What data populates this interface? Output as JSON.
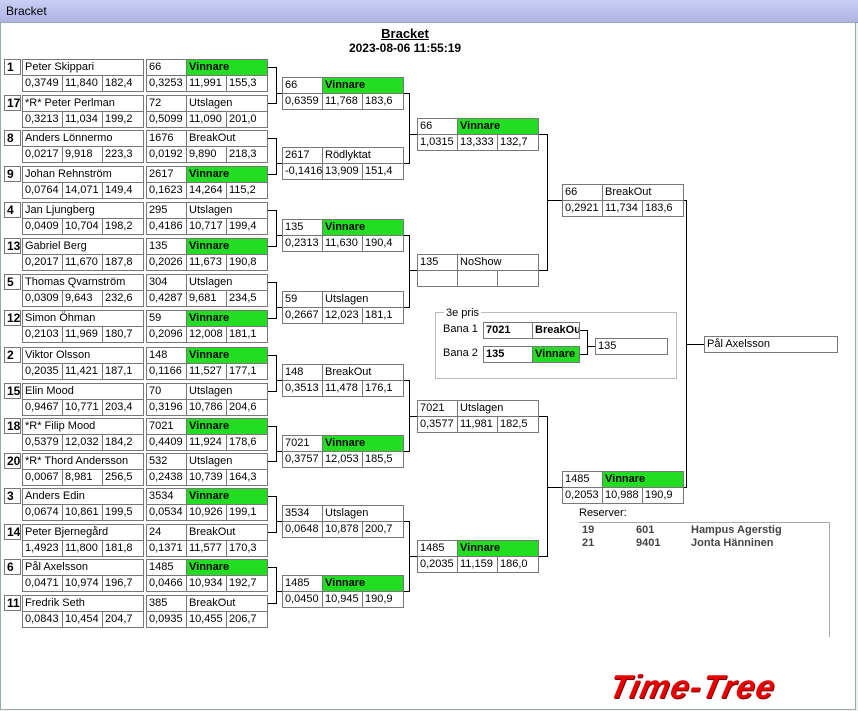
{
  "window": {
    "title": "Bracket"
  },
  "header": {
    "title": "Bracket",
    "datetime": "2023-08-06 11:55:19"
  },
  "round1": [
    {
      "seed": "1",
      "name": "Peter Skippari",
      "rt": "0,3749",
      "et": "11,840",
      "sp": "182,4",
      "car": "66",
      "res": "Vinnare",
      "rt2": "0,3253",
      "et2": "11,991",
      "sp2": "155,3",
      "win": true
    },
    {
      "seed": "17",
      "name": "*R* Peter Perlman",
      "rt": "0,3213",
      "et": "11,034",
      "sp": "199,2",
      "car": "72",
      "res": "Utslagen",
      "rt2": "0,5099",
      "et2": "11,090",
      "sp2": "201,0",
      "win": false
    },
    {
      "seed": "8",
      "name": "Anders Lönnermo",
      "rt": "0,0217",
      "et": "9,918",
      "sp": "223,3",
      "car": "1676",
      "res": "BreakOut",
      "rt2": "0,0192",
      "et2": "9,890",
      "sp2": "218,3",
      "win": false
    },
    {
      "seed": "9",
      "name": "Johan Rehnström",
      "rt": "0,0764",
      "et": "14,071",
      "sp": "149,4",
      "car": "2617",
      "res": "Vinnare",
      "rt2": "0,1623",
      "et2": "14,264",
      "sp2": "115,2",
      "win": true
    },
    {
      "seed": "4",
      "name": "Jan Ljungberg",
      "rt": "0,0409",
      "et": "10,704",
      "sp": "198,2",
      "car": "295",
      "res": "Utslagen",
      "rt2": "0,4186",
      "et2": "10,717",
      "sp2": "199,4",
      "win": false
    },
    {
      "seed": "13",
      "name": "Gabriel  Berg",
      "rt": "0,2017",
      "et": "11,670",
      "sp": "187,8",
      "car": "135",
      "res": "Vinnare",
      "rt2": "0,2026",
      "et2": "11,673",
      "sp2": "190,8",
      "win": true
    },
    {
      "seed": "5",
      "name": "Thomas Qvarnström",
      "rt": "0,0309",
      "et": "9,643",
      "sp": "232,6",
      "car": "304",
      "res": "Utslagen",
      "rt2": "0,4287",
      "et2": "9,681",
      "sp2": "234,5",
      "win": false
    },
    {
      "seed": "12",
      "name": "Simon Öhman",
      "rt": "0,2103",
      "et": "11,969",
      "sp": "180,7",
      "car": "59",
      "res": "Vinnare",
      "rt2": "0,2096",
      "et2": "12,008",
      "sp2": "181,1",
      "win": true
    },
    {
      "seed": "2",
      "name": "Viktor Olsson",
      "rt": "0,2035",
      "et": "11,421",
      "sp": "187,1",
      "car": "148",
      "res": "Vinnare",
      "rt2": "0,1166",
      "et2": "11,527",
      "sp2": "177,1",
      "win": true
    },
    {
      "seed": "15",
      "name": "Elin Mood",
      "rt": "0,9467",
      "et": "10,771",
      "sp": "203,4",
      "car": "70",
      "res": "Utslagen",
      "rt2": "0,3196",
      "et2": "10,786",
      "sp2": "204,6",
      "win": false
    },
    {
      "seed": "18",
      "name": "*R* Filip Mood",
      "rt": "0,5379",
      "et": "12,032",
      "sp": "184,2",
      "car": "7021",
      "res": "Vinnare",
      "rt2": "0,4409",
      "et2": "11,924",
      "sp2": "178,6",
      "win": true
    },
    {
      "seed": "20",
      "name": "*R* Thord Andersson",
      "rt": "0,0067",
      "et": "8,981",
      "sp": "256,5",
      "car": "532",
      "res": "Utslagen",
      "rt2": "0,2438",
      "et2": "10,739",
      "sp2": "164,3",
      "win": false
    },
    {
      "seed": "3",
      "name": "Anders Edin",
      "rt": "0,0674",
      "et": "10,861",
      "sp": "199,5",
      "car": "3534",
      "res": "Vinnare",
      "rt2": "0,0534",
      "et2": "10,926",
      "sp2": "199,1",
      "win": true
    },
    {
      "seed": "14",
      "name": "Peter Bjernegård",
      "rt": "1,4923",
      "et": "11,800",
      "sp": "181,8",
      "car": "24",
      "res": "BreakOut",
      "rt2": "0,1371",
      "et2": "11,577",
      "sp2": "170,3",
      "win": false
    },
    {
      "seed": "6",
      "name": "Pål Axelsson",
      "rt": "0,0471",
      "et": "10,974",
      "sp": "196,7",
      "car": "1485",
      "res": "Vinnare",
      "rt2": "0,0466",
      "et2": "10,934",
      "sp2": "192,7",
      "win": true
    },
    {
      "seed": "11",
      "name": "Fredrik Seth",
      "rt": "0,0843",
      "et": "10,454",
      "sp": "204,7",
      "car": "385",
      "res": "BreakOut",
      "rt2": "0,0935",
      "et2": "10,455",
      "sp2": "206,7",
      "win": false
    }
  ],
  "round2": [
    {
      "car": "66",
      "res": "Vinnare",
      "rt": "0,6359",
      "et": "11,768",
      "sp": "183,6",
      "win": true
    },
    {
      "car": "2617",
      "res": "Rödlyktat",
      "rt": "-0,1416",
      "et": "13,909",
      "sp": "151,4",
      "win": false
    },
    {
      "car": "135",
      "res": "Vinnare",
      "rt": "0,2313",
      "et": "11,630",
      "sp": "190,4",
      "win": true
    },
    {
      "car": "59",
      "res": "Utslagen",
      "rt": "0,2667",
      "et": "12,023",
      "sp": "181,1",
      "win": false
    },
    {
      "car": "148",
      "res": "BreakOut",
      "rt": "0,3513",
      "et": "11,478",
      "sp": "176,1",
      "win": false
    },
    {
      "car": "7021",
      "res": "Vinnare",
      "rt": "0,3757",
      "et": "12,053",
      "sp": "185,5",
      "win": true
    },
    {
      "car": "3534",
      "res": "Utslagen",
      "rt": "0,0648",
      "et": "10,878",
      "sp": "200,7",
      "win": false
    },
    {
      "car": "1485",
      "res": "Vinnare",
      "rt": "0,0450",
      "et": "10,945",
      "sp": "190,9",
      "win": true
    }
  ],
  "round3": [
    {
      "car": "66",
      "res": "Vinnare",
      "rt": "1,0315",
      "et": "13,333",
      "sp": "132,7",
      "win": true
    },
    {
      "car": "135",
      "res": "NoShow",
      "rt": "",
      "et": "",
      "sp": "",
      "win": false
    },
    {
      "car": "7021",
      "res": "Utslagen",
      "rt": "0,3577",
      "et": "11,981",
      "sp": "182,5",
      "win": false
    },
    {
      "car": "1485",
      "res": "Vinnare",
      "rt": "0,2035",
      "et": "11,159",
      "sp": "186,0",
      "win": true
    }
  ],
  "round4": [
    {
      "car": "66",
      "res": "BreakOut",
      "rt": "0,2921",
      "et": "11,734",
      "sp": "183,6",
      "win": false
    },
    {
      "car": "1485",
      "res": "Vinnare",
      "rt": "0,2053",
      "et": "10,988",
      "sp": "190,9",
      "win": true
    }
  ],
  "champion": "Pål Axelsson",
  "third": {
    "title": "3e pris",
    "lane1": "Bana 1",
    "lane1_car": "7021",
    "lane1_res": "BreakOut",
    "lane2": "Bana 2",
    "lane2_car": "135",
    "lane2_res": "Vinnare",
    "winner": "135"
  },
  "reserves": {
    "title": "Reserver:",
    "items": [
      {
        "seed": "19",
        "car": "601",
        "name": "Hampus Agerstig"
      },
      {
        "seed": "21",
        "car": "9401",
        "name": "Jonta Hänninen"
      }
    ]
  },
  "logo": "Time-Tree"
}
